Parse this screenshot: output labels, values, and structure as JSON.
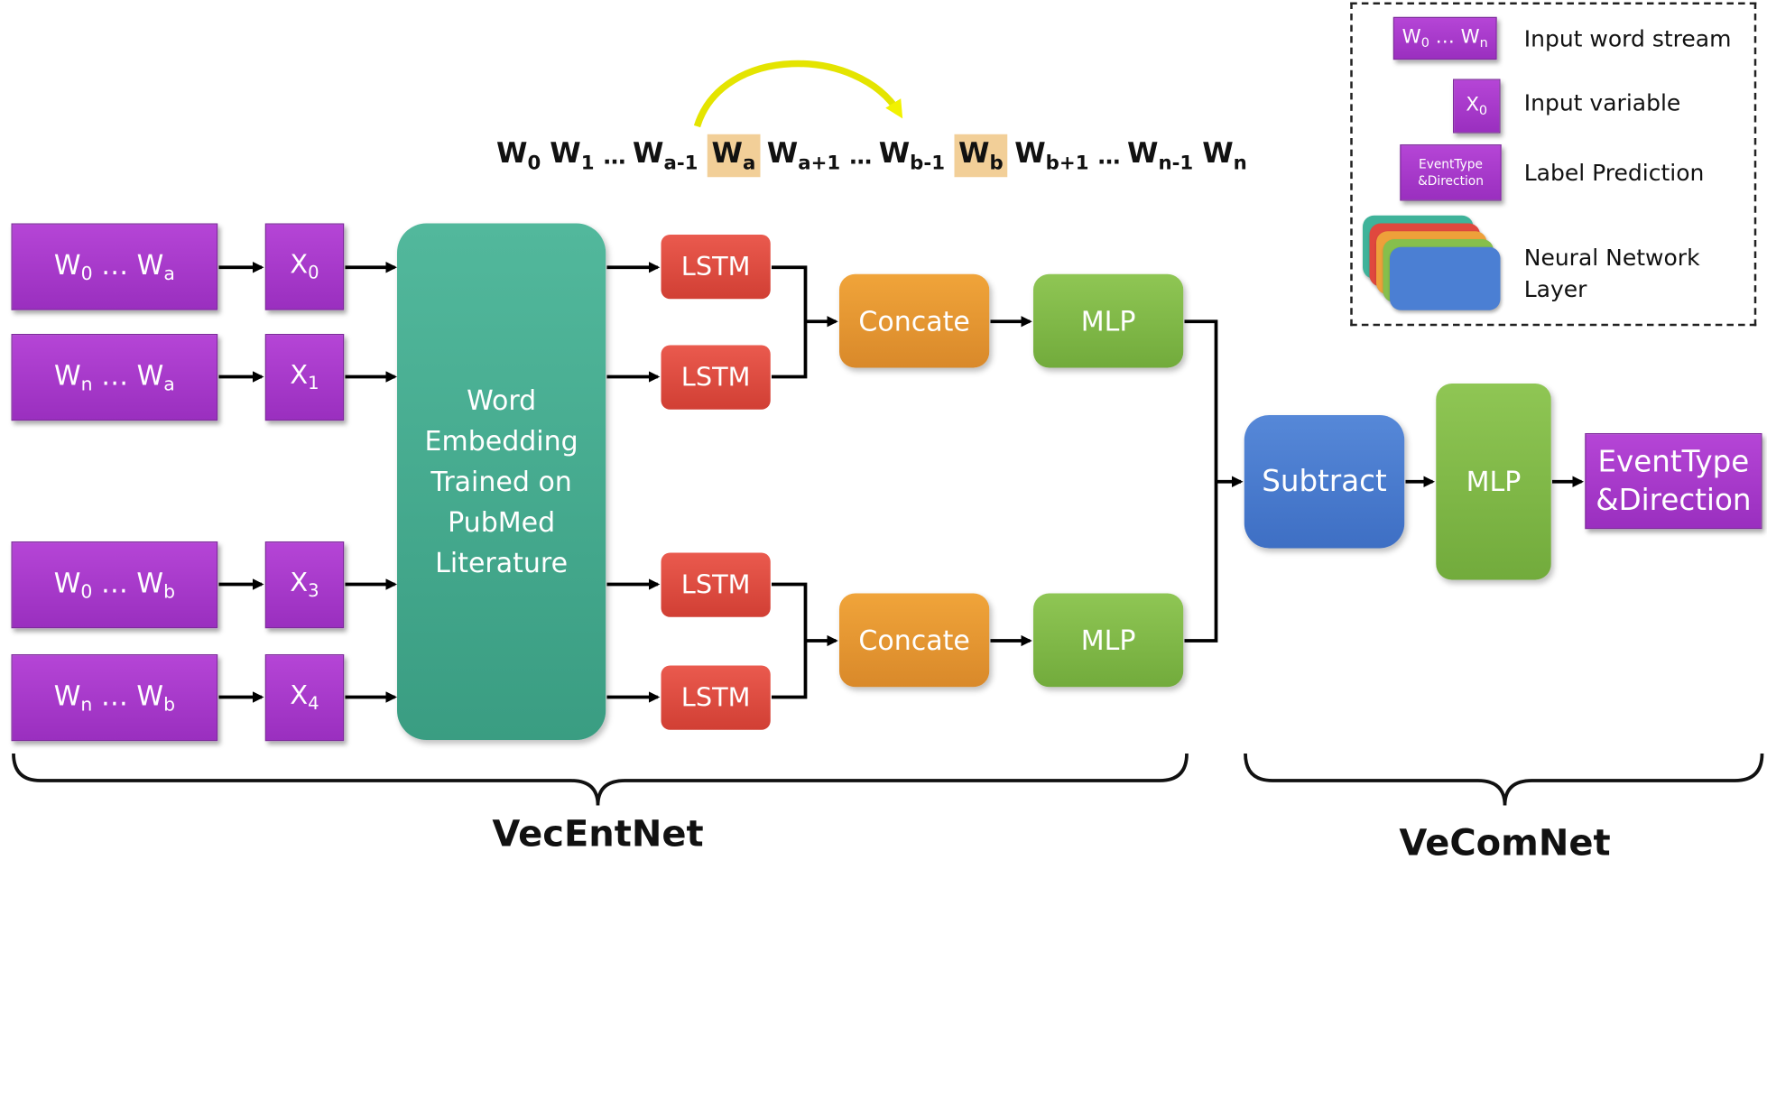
{
  "sequence": {
    "tokens": [
      {
        "base": "W",
        "sub": "0",
        "highlight": false
      },
      {
        "base": "W",
        "sub": "1",
        "highlight": false
      },
      {
        "base": "…",
        "sub": "",
        "highlight": false
      },
      {
        "base": "W",
        "sub": "a-1",
        "highlight": false
      },
      {
        "base": "W",
        "sub": "a",
        "highlight": true
      },
      {
        "base": "W",
        "sub": "a+1",
        "highlight": false
      },
      {
        "base": "…",
        "sub": "",
        "highlight": false
      },
      {
        "base": "W",
        "sub": "b-1",
        "highlight": false
      },
      {
        "base": "W",
        "sub": "b",
        "highlight": true
      },
      {
        "base": "W",
        "sub": "b+1",
        "highlight": false
      },
      {
        "base": "…",
        "sub": "",
        "highlight": false
      },
      {
        "base": "W",
        "sub": "n-1",
        "highlight": false
      },
      {
        "base": "W",
        "sub": "n",
        "highlight": false
      }
    ],
    "arrow_color": "#f2f200"
  },
  "inputs": [
    {
      "pre": "W",
      "pre_sub": "0",
      "mid": " … ",
      "post": "W",
      "post_sub": "a"
    },
    {
      "pre": "W",
      "pre_sub": "n",
      "mid": " … ",
      "post": "W",
      "post_sub": "a"
    },
    {
      "pre": "W",
      "pre_sub": "0",
      "mid": " … ",
      "post": "W",
      "post_sub": "b"
    },
    {
      "pre": "W",
      "pre_sub": "n",
      "mid": " … ",
      "post": "W",
      "post_sub": "b"
    }
  ],
  "variables": [
    {
      "base": "X",
      "sub": "0"
    },
    {
      "base": "X",
      "sub": "1"
    },
    {
      "base": "X",
      "sub": "3"
    },
    {
      "base": "X",
      "sub": "4"
    }
  ],
  "embedding": {
    "lines": [
      "Word",
      "Embedding",
      "Trained on",
      "PubMed",
      "Literature"
    ]
  },
  "lstm_label": "LSTM",
  "concat_label": "Concate",
  "mlp_label": "MLP",
  "subtract_label": "Subtract",
  "output_lines": [
    "EventType",
    "&Direction"
  ],
  "brackets": {
    "left_label": "VecEntNet",
    "right_label": "VeComNet"
  },
  "legend": {
    "items": [
      {
        "sample_pre": "W",
        "sample_pre_sub": "0",
        "sample_mid": "…",
        "sample_post": "W",
        "sample_post_sub": "n",
        "text": "Input word stream"
      },
      {
        "sample_base": "X",
        "sample_sub": "0",
        "text": "Input variable"
      },
      {
        "sample_lines": [
          "EventType",
          "&Direction"
        ],
        "text": "Label Prediction"
      },
      {
        "text_lines": [
          "Neural Network",
          "Layer"
        ]
      }
    ],
    "layer_colors": [
      "#3fb39a",
      "#e0483e",
      "#eea03a",
      "#86bf4c",
      "#4b7fd3"
    ]
  },
  "colors": {
    "purple": "#a93dca",
    "teal": "#48ac90",
    "red": "#df4b40",
    "orange": "#e89a33",
    "green": "#82bb49",
    "blue": "#4a7dd0"
  }
}
